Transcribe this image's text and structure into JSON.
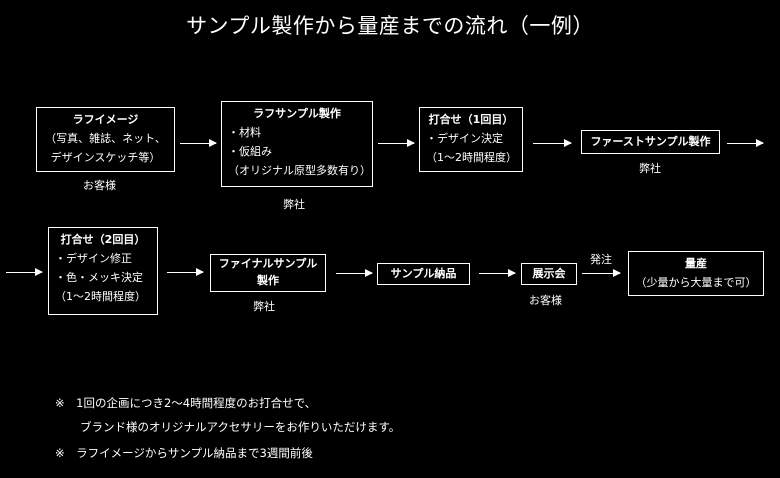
{
  "title": "サンプル製作から量産までの流れ（一例）",
  "steps": {
    "rough_image": {
      "title": "ラフイメージ",
      "line1": "（写真、雑誌、ネット、",
      "line2": "デザインスケッチ等）",
      "owner": "お客様"
    },
    "rough_sample": {
      "title": "ラフサンプル製作",
      "line1": "・材料",
      "line2": "・仮組み",
      "line3": "（オリジナル原型多数有り）",
      "owner": "弊社"
    },
    "meeting1": {
      "title": "打合せ（1回目）",
      "line1": "・デザイン決定",
      "line2": "（1～2時間程度）"
    },
    "first_sample": {
      "title": "ファーストサンプル製作",
      "owner": "弊社"
    },
    "meeting2": {
      "title": "打合せ（2回目）",
      "line1": "・デザイン修正",
      "line2": "・色・メッキ決定",
      "line3": "（1～2時間程度）"
    },
    "final_sample": {
      "title_line1": "ファイナルサンプル",
      "title_line2": "製作",
      "owner": "弊社"
    },
    "sample_delivery": {
      "title": "サンプル納品"
    },
    "exhibition": {
      "title": "展示会",
      "owner": "お客様"
    },
    "order_label": "発注",
    "mass_production": {
      "title": "量産",
      "line1": "（少量から大量まで可）"
    }
  },
  "notes": {
    "note1_line1": "※　1回の企画につき2～4時間程度のお打合せで、",
    "note1_line2": "ブランド様のオリジナルアクセサリーをお作りいただけます。",
    "note2": "※　ラフイメージからサンプル納品まで3週間前後"
  }
}
